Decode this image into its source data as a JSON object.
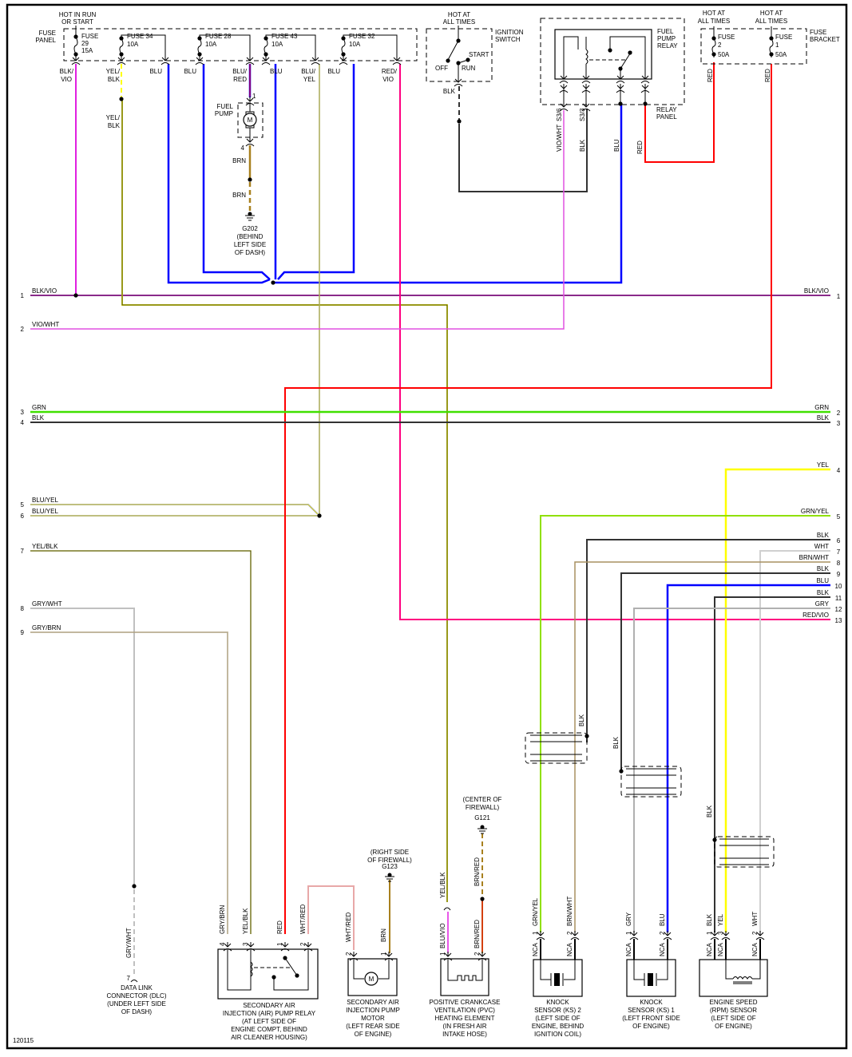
{
  "diagram_id": "120115",
  "colors": {
    "BLK": "#333333",
    "VIO": "#e020e0",
    "BLK/VIO": "#c020c0",
    "VIO/WHT": "#e050e0",
    "YEL": "#ffff00",
    "YEL/BLK": "#e0d000",
    "BLU": "#0000ff",
    "BLU/RED": "#3030e0",
    "BLU/YEL": "#2020e0",
    "RED": "#ff0000",
    "RED/VIO": "#ff0080",
    "GRN": "#40e000",
    "GRN/YEL": "#90e000",
    "BRN": "#a8801e",
    "BRN/WHT": "#a89060",
    "BRN/RED": "#b04020",
    "GRY": "#b0b0b0",
    "GRY/WHT": "#c0c0c0",
    "GRY/BRN": "#a08848",
    "WHT": "#d0d0d0",
    "WHT/RED": "#e02020",
    "BLU/VIO": "#e040e0"
  },
  "top": {
    "fuse_panel": {
      "label_1": "FUSE",
      "label_2": "PANEL",
      "hot_1": "HOT IN RUN",
      "hot_2": "OR START",
      "fuses": [
        {
          "name_1": "FUSE",
          "name_2": "29",
          "rating": "15A"
        },
        {
          "name_1": "FUSE 34",
          "name_2": "",
          "rating": "10A"
        },
        {
          "name_1": "FUSE 28",
          "name_2": "",
          "rating": "10A"
        },
        {
          "name_1": "FUSE 43",
          "name_2": "",
          "rating": "10A"
        },
        {
          "name_1": "FUSE 32",
          "name_2": "",
          "rating": "10A"
        }
      ],
      "wire_labels": [
        {
          "l1": "BLK/",
          "l2": "VIO"
        },
        {
          "l1": "YEL/",
          "l2": "BLK"
        },
        {
          "l1": "BLU",
          "l2": ""
        },
        {
          "l1": "BLU",
          "l2": ""
        },
        {
          "l1": "BLU/",
          "l2": "RED"
        },
        {
          "l1": "BLU",
          "l2": ""
        },
        {
          "l1": "BLU/",
          "l2": "YEL"
        },
        {
          "l1": "BLU",
          "l2": ""
        },
        {
          "l1": "RED/",
          "l2": "VIO"
        }
      ],
      "yel_blk_lower_1": "YEL/",
      "yel_blk_lower_2": "BLK"
    },
    "fuel_pump": {
      "label_1": "FUEL",
      "label_2": "PUMP",
      "motor": "M",
      "pin_top": "1",
      "pin_bottom": "4",
      "wire_1": "BRN",
      "wire_2": "BRN",
      "ground": "G202",
      "ground_loc_1": "(BEHIND",
      "ground_loc_2": "LEFT SIDE",
      "ground_loc_3": "OF DASH)"
    },
    "ignition_switch": {
      "hot_1": "HOT AT",
      "hot_2": "ALL TIMES",
      "label_1": "IGNITION",
      "label_2": "SWITCH",
      "pos_off": "OFF",
      "pos_run": "RUN",
      "pos_start": "START",
      "wire": "BLK"
    },
    "relay_panel": {
      "relay_1": "FUEL",
      "relay_2": "PUMP",
      "relay_3": "RELAY",
      "panel_1": "RELAY",
      "panel_2": "PANEL",
      "pins": [
        "S3/6",
        "S3/3"
      ],
      "wires": [
        "VIO/WHT",
        "BLK",
        "BLU",
        "RED"
      ]
    },
    "fuse_bracket": {
      "label_1": "FUSE",
      "label_2": "BRACKET",
      "fuses": [
        {
          "hot_1": "HOT AT",
          "hot_2": "ALL TIMES",
          "name_1": "FUSE",
          "name_2": "2",
          "rating": "50A",
          "wire": "RED"
        },
        {
          "hot_1": "HOT AT",
          "hot_2": "ALL TIMES",
          "name_1": "FUSE",
          "name_2": "1",
          "rating": "50A",
          "wire": "RED"
        }
      ]
    }
  },
  "left_pins": [
    {
      "num": "1",
      "label": "BLK/VIO"
    },
    {
      "num": "2",
      "label": "VIO/WHT"
    },
    {
      "num": "3",
      "label": "GRN"
    },
    {
      "num": "4",
      "label": "BLK"
    },
    {
      "num": "5",
      "label": "BLU/YEL"
    },
    {
      "num": "6",
      "label": "BLU/YEL"
    },
    {
      "num": "7",
      "label": "YEL/BLK"
    },
    {
      "num": "8",
      "label": "GRY/WHT"
    },
    {
      "num": "9",
      "label": "GRY/BRN"
    }
  ],
  "right_pins": [
    {
      "num": "1",
      "label": "BLK/VIO"
    },
    {
      "num": "2",
      "label": "GRN"
    },
    {
      "num": "3",
      "label": "BLK"
    },
    {
      "num": "4",
      "label": "YEL"
    },
    {
      "num": "5",
      "label": "GRN/YEL"
    },
    {
      "num": "6",
      "label": "BLK"
    },
    {
      "num": "7",
      "label": "WHT"
    },
    {
      "num": "8",
      "label": "BRN/WHT"
    },
    {
      "num": "9",
      "label": "BLK"
    },
    {
      "num": "10",
      "label": "BLU"
    },
    {
      "num": "11",
      "label": "BLK"
    },
    {
      "num": "12",
      "label": "GRY"
    },
    {
      "num": "13",
      "label": "RED/VIO"
    }
  ],
  "shield_labels": [
    "BLK",
    "BLK",
    "BLK"
  ],
  "components": {
    "dlc": {
      "pin": "7",
      "wire": "GRY/WHT",
      "name": [
        "DATA LINK",
        "CONNECTOR (DLC)",
        "(UNDER LEFT SIDE",
        "OF DASH)"
      ]
    },
    "air_relay": {
      "pins": [
        {
          "num": "4",
          "wire": "GRY/BRN"
        },
        {
          "num": "3",
          "wire": "YEL/BLK"
        },
        {
          "num": "1",
          "wire": "RED"
        },
        {
          "num": "2",
          "wire": "WHT/RED"
        }
      ],
      "name": [
        "SECONDARY AIR",
        "INJECTION (AIR) PUMP RELAY",
        "(AT LEFT SIDE OF",
        "ENGINE COMPT, BEHIND",
        "AIR CLEANER HOUSING)"
      ]
    },
    "air_motor": {
      "pins": [
        {
          "num": "2",
          "wire": "WHT/RED"
        },
        {
          "num": "1",
          "wire": "BRN"
        }
      ],
      "motor": "M",
      "ground": "G123",
      "ground_loc": [
        "(RIGHT SIDE",
        "OF FIREWALL)"
      ],
      "name": [
        "SECONDARY AIR",
        "INJECTION PUMP",
        "MOTOR",
        "(LEFT REAR SIDE",
        "OF ENGINE)"
      ]
    },
    "pcv": {
      "pins": [
        {
          "num": "1",
          "wire": "BLU/VIO"
        },
        {
          "num": "2",
          "wire": "BRN/RED"
        }
      ],
      "upper_wires": [
        "YEL/BLK",
        "BRN/RED"
      ],
      "ground": "G121",
      "ground_loc": [
        "(CENTER OF",
        "FIREWALL)"
      ],
      "name": [
        "POSITIVE CRANKCASE",
        "VENTILATION (PVC)",
        "HEATING ELEMENT",
        "(IN FRESH AIR",
        "INTAKE HOSE)"
      ]
    },
    "ks2": {
      "pins": [
        {
          "num": "1",
          "wire": "GRN/YEL"
        },
        {
          "num": "2",
          "wire": "BRN/WHT"
        }
      ],
      "nca": "NCA",
      "name": [
        "KNOCK",
        "SENSOR (KS) 2",
        "(LEFT SIDE OF",
        "ENGINE, BEHIND",
        "IGNITION COIL)"
      ]
    },
    "ks1": {
      "pins": [
        {
          "num": "1",
          "wire": "GRY"
        },
        {
          "num": "2",
          "wire": "BLU"
        }
      ],
      "nca": "NCA",
      "name": [
        "KNOCK",
        "SENSOR (KS) 1",
        "(LEFT FRONT SIDE",
        "OF ENGINE)"
      ]
    },
    "rpm": {
      "pins": [
        {
          "num": "1",
          "wire": "BLK"
        },
        {
          "num": "3",
          "wire": "YEL"
        },
        {
          "num": "2",
          "wire": "WHT"
        }
      ],
      "nca": "NCA",
      "name": [
        "ENGINE SPEED",
        "(RPM) SENSOR",
        "(LEFT SIDE OF",
        "OF ENGINE)"
      ]
    }
  }
}
